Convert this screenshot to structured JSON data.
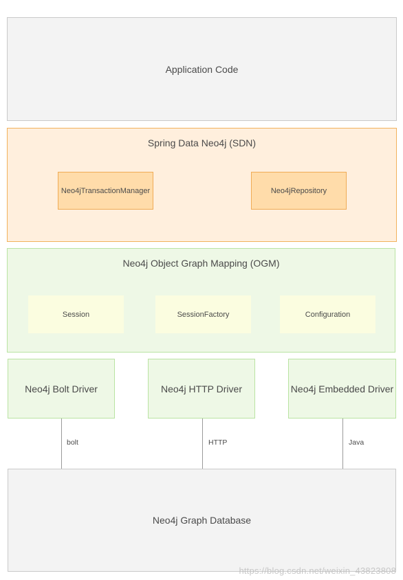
{
  "application": {
    "label": "Application Code"
  },
  "sdn": {
    "title": "Spring Data Neo4j (SDN)",
    "components": [
      "Neo4jTransactionManager",
      "Neo4jRepository"
    ]
  },
  "ogm": {
    "title": "Neo4j Object Graph Mapping (OGM)",
    "components": [
      "Session",
      "SessionFactory",
      "Configuration"
    ]
  },
  "drivers": [
    {
      "label": "Neo4j Bolt Driver",
      "protocol": "bolt"
    },
    {
      "label": "Neo4j HTTP Driver",
      "protocol": "HTTP"
    },
    {
      "label": "Neo4j Embedded Driver",
      "protocol": "Java"
    }
  ],
  "database": {
    "label": "Neo4j Graph Database"
  },
  "watermark": "https://blog.csdn.net/weixin_43823808",
  "colors": {
    "grey_fill": "#f3f3f3",
    "orange_fill": "#ffefdd",
    "orange_component": "#ffdcaa",
    "green_fill": "#eef8e6",
    "yellow_component": "#fbfde0"
  }
}
